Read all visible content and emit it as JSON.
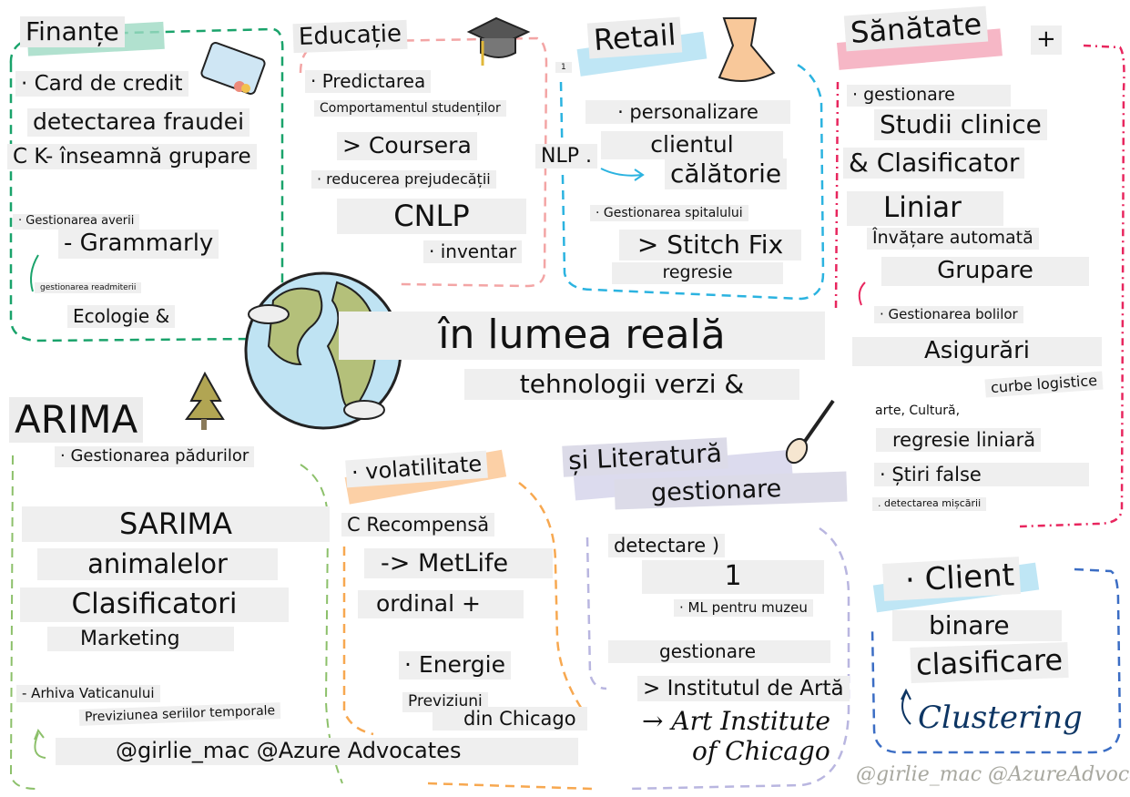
{
  "title": "în lumea reală",
  "subtitle": "tehnologii verzi &",
  "colors": {
    "finance": "#1aa36b",
    "education": "#f3a5a5",
    "retail": "#2bb3e0",
    "health": "#e8265e",
    "forest": "#8cc06a",
    "energy": "#f7a850",
    "arts": "#b9b6e0",
    "client": "#3b6dc4",
    "clustering": "#0d3563",
    "label_bg": "#efefef"
  },
  "finance": {
    "heading": "Finanțe",
    "items": [
      "· Card de credit",
      "detectarea fraudei",
      "C K- înseamnă grupare",
      "· Gestionarea averii",
      "- Grammarly",
      "gestionarea readmiterii",
      "Ecologie &"
    ],
    "icon": "credit-card-icon"
  },
  "education": {
    "heading": "Educație",
    "items": [
      "· Predictarea",
      "Comportamentul studenților",
      "> Coursera",
      "· reducerea prejudecății",
      "CNLP",
      "· inventar"
    ],
    "icon": "graduation-cap-icon"
  },
  "retail": {
    "heading": "Retail",
    "items": [
      "1",
      "· personalizare",
      "clientul",
      "NLP .",
      "călătorie",
      "· Gestionarea spitalului",
      "> Stitch Fix",
      "regresie"
    ],
    "icon": "dress-icon"
  },
  "health": {
    "heading": "Sănătate",
    "plus": "+",
    "items": [
      "· gestionare",
      "Studii clinice",
      "& Clasificator",
      "Liniar",
      "Învățare automată",
      "Grupare",
      "· Gestionarea bolilor",
      "Asigurări",
      "curbe logistice",
      "arte, Cultură,",
      "regresie liniară",
      "· Știri false",
      ". detectarea mișcării"
    ]
  },
  "forest": {
    "heading": "ARIMA",
    "items": [
      "· Gestionarea pădurilor",
      "SARIMA",
      "animalelor",
      "Clasificatori",
      "Marketing",
      "- Arhiva Vaticanului",
      "Previziunea seriilor temporale",
      "@girlie_mac @Azure Advocates"
    ],
    "icon": "tree-icon"
  },
  "energy": {
    "items": [
      "· volatilitate",
      "C Recompensă",
      "-> MetLife",
      "ordinal +",
      "· Energie",
      "Previziuni",
      "din Chicago"
    ]
  },
  "arts": {
    "heading": "și Literatură",
    "items": [
      "gestionare",
      "detectare )",
      "1",
      "· ML pentru muzeu",
      "gestionare",
      "> Institutul de Artă"
    ],
    "handwritten": [
      "→ Art Institute",
      "of Chicago"
    ],
    "icon": "paintbrush-icon"
  },
  "client": {
    "items": [
      "· Client",
      "binare",
      "clasificare"
    ],
    "handwritten": "Clustering"
  },
  "watermark": "@girlie_mac @AzureAdvocates"
}
